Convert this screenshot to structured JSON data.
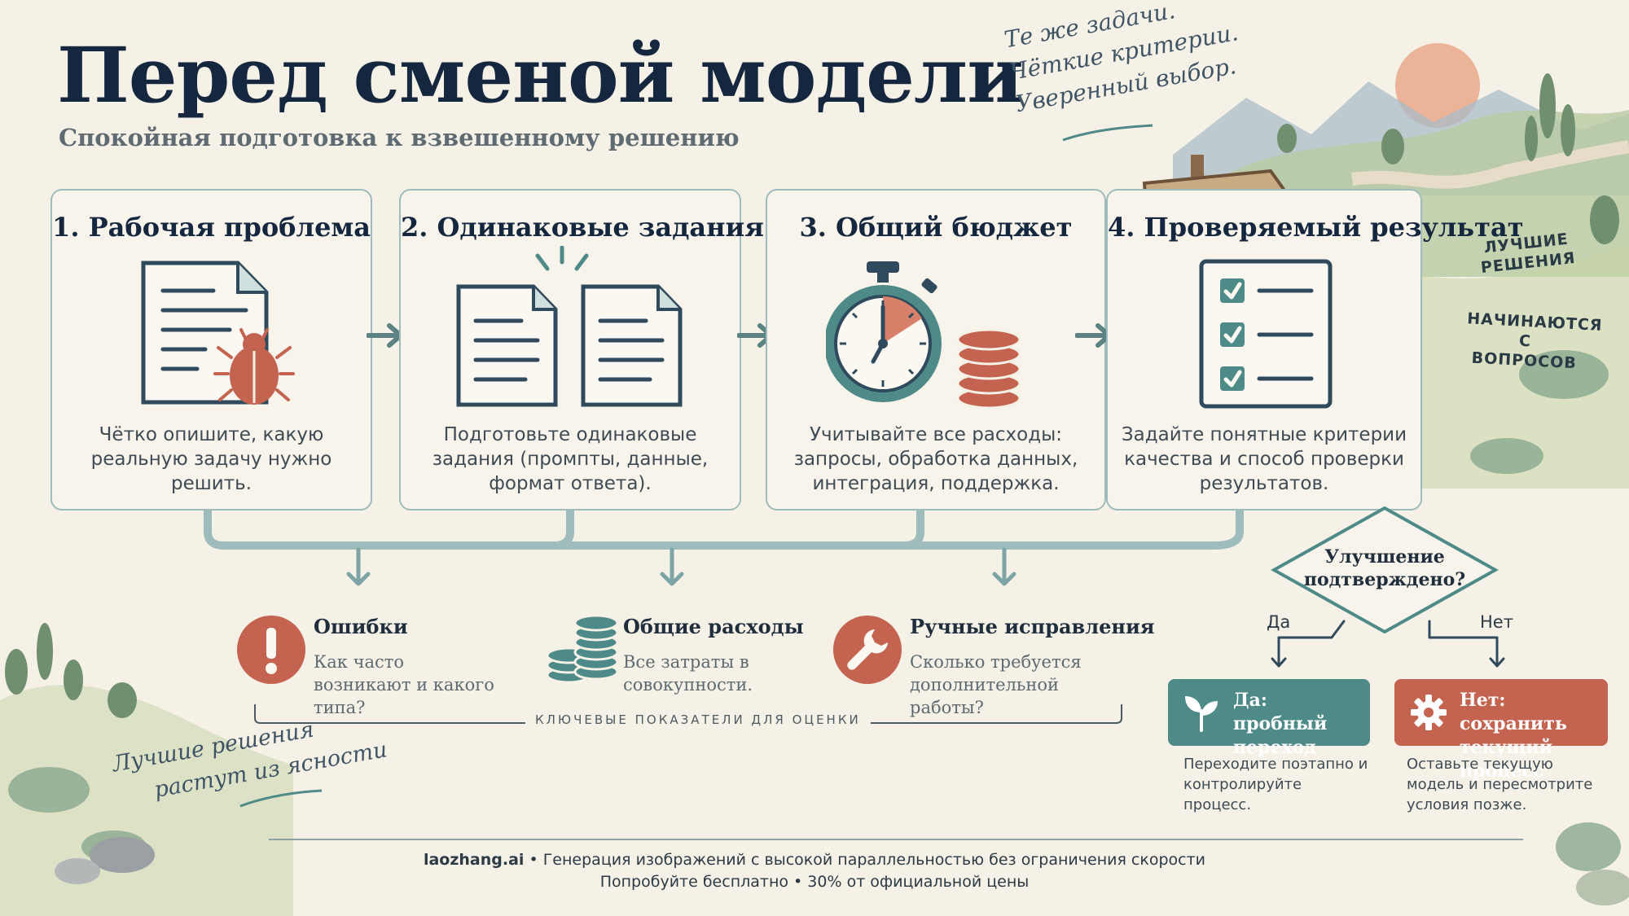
{
  "header": {
    "title": "Перед сменой модели",
    "subtitle": "Спокойная подготовка к взвешенному решению"
  },
  "notes": {
    "top": [
      "Те же задачи.",
      "Чёткие критерии.",
      "Уверенный выбор."
    ],
    "bottom": [
      "Лучшие решения",
      "растут из ясности"
    ]
  },
  "signpost": {
    "top": "ЛУЧШИЕ РЕШЕНИЯ",
    "bottom": "НАЧИНАЮТСЯ С ВОПРОСОВ"
  },
  "steps": [
    {
      "title": "1. Рабочая проблема",
      "desc": "Чётко опишите, какую реальную задачу нужно решить.",
      "icon": "document-bug-icon"
    },
    {
      "title": "2. Одинаковые задания",
      "desc": "Подготовьте одинаковые задания (промпты, данные, формат ответа).",
      "icon": "twin-documents-icon"
    },
    {
      "title": "3. Общий бюджет",
      "desc": "Учитывайте все расходы: запросы, обработка данных, интеграция, поддержка.",
      "icon": "stopwatch-coins-icon"
    },
    {
      "title": "4. Проверяемый результат",
      "desc": "Задайте понятные критерии качества и способ проверки результатов.",
      "icon": "checklist-icon"
    }
  ],
  "metrics": [
    {
      "title": "Ошибки",
      "desc": "Как часто возникают и какого типа?",
      "icon": "exclamation-icon"
    },
    {
      "title": "Общие расходы",
      "desc": "Все затраты в совокупности.",
      "icon": "coins-icon"
    },
    {
      "title": "Ручные исправления",
      "desc": "Сколько требуется дополнительной работы?",
      "icon": "wrench-icon"
    }
  ],
  "kpi_label": "КЛЮЧЕВЫЕ ПОКАЗАТЕЛИ ДЛЯ ОЦЕНКИ",
  "decision": {
    "question": "Улучшение подтверждено?",
    "yes_label": "Да",
    "no_label": "Нет",
    "yes": {
      "title": "Да: пробный переход",
      "desc": "Переходите поэтапно и контролируйте процесс.",
      "icon": "sprout-icon"
    },
    "no": {
      "title": "Нет: сохранить текущий процесс",
      "desc": "Оставьте текущую модель и пересмотрите условия позже.",
      "icon": "gear-icon"
    }
  },
  "footer": {
    "brand": "laozhang.ai",
    "line1_rest": " • Генерация изображений с высокой параллельностью без ограничения скорости",
    "line2": "Попробуйте бесплатно • 30% от официальной цены"
  },
  "colors": {
    "navy": "#14273f",
    "teal": "#4e8a88",
    "terracotta": "#c4634f",
    "background": "#f6f1e6"
  }
}
